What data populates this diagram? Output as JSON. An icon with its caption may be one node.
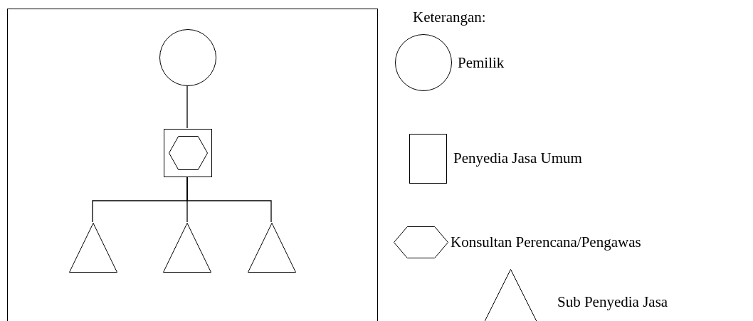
{
  "diagram": {
    "nodes": [
      {
        "text": [],
        "shape": "box"
      },
      {
        "text": [],
        "shape": "circle",
        "in": 0
      },
      {
        "text": [],
        "shape": "box",
        "in": 0
      },
      {
        "text": [],
        "shape": "hexagon",
        "in": 2
      },
      {
        "text": [],
        "shape": "triangle",
        "in": 0
      },
      {
        "text": [],
        "shape": "triangle",
        "in": 0
      },
      {
        "text": [],
        "shape": "triangle",
        "in": 0
      }
    ],
    "edges": [
      {
        "from": 1,
        "to": 2,
        "arrow": "none"
      },
      {
        "from": 2,
        "to": 4,
        "arrow": "none"
      },
      {
        "from": 2,
        "to": 5,
        "arrow": "none"
      },
      {
        "from": 2,
        "to": 6,
        "arrow": "none"
      }
    ],
    "labels": [
      "Keterangan:"
    ],
    "legend": [
      {
        "text": "Pemilik"
      },
      {
        "text": "Penyedia Jasa Umum"
      },
      {
        "text": "Konsultan Perencana/Pengawas"
      },
      {
        "text": "Sub Penyedia Jasa"
      }
    ]
  }
}
